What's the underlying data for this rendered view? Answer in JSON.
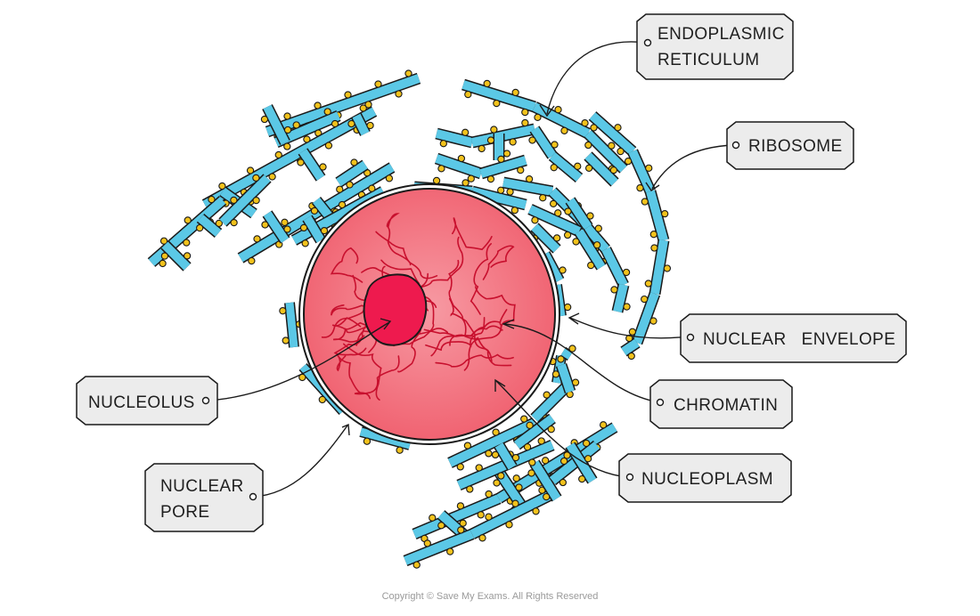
{
  "labels": {
    "endoplasmic_reticulum": [
      "ENDOPLASMIC",
      "RETICULUM"
    ],
    "ribosome": [
      "RIBOSOME"
    ],
    "nuclear_envelope": [
      "NUCLEAR   ENVELOPE"
    ],
    "chromatin": [
      "CHROMATIN"
    ],
    "nucleoplasm": [
      "NUCLEOPLASM"
    ],
    "nucleolus": [
      "NUCLEOLUS"
    ],
    "nuclear_pore": [
      "NUCLEAR",
      "PORE"
    ]
  },
  "footer": {
    "copyright": "Copyright © Save My Exams. All Rights Reserved"
  },
  "colors": {
    "er": "#5bc8e6",
    "ribosome": "#f2c21c",
    "nucleus_fill": "#f36b78",
    "nucleus_inner": "#f7a0a8",
    "nucleolus": "#ee1a4e",
    "chromatin": "#c8102e",
    "tag_fill": "#ececec",
    "outline": "#1a1a1a"
  },
  "icons": {
    "tag": "label-tag-icon"
  }
}
